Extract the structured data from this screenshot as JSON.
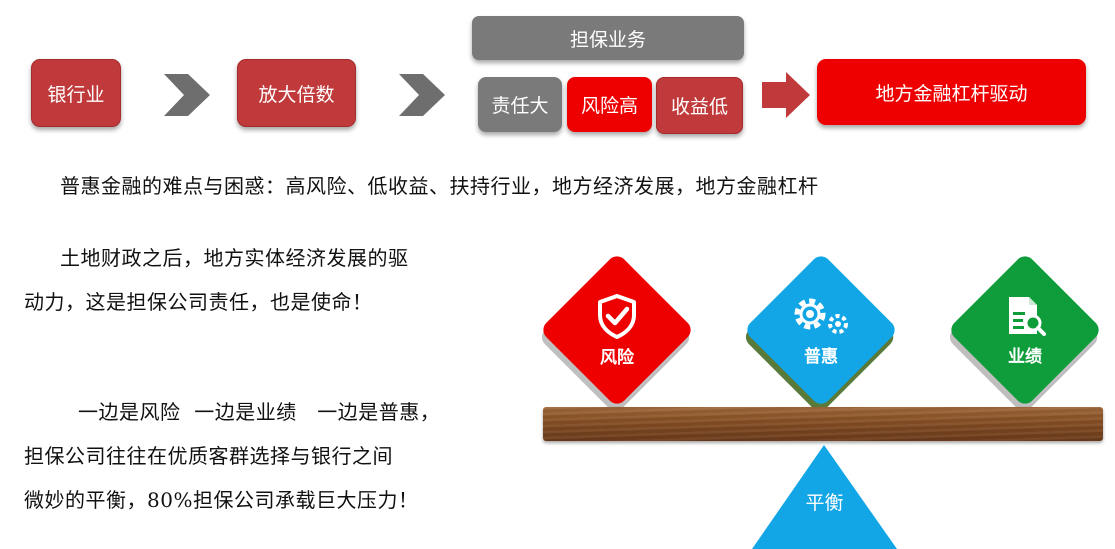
{
  "flow": {
    "bank_industry": "银行业",
    "leverage": "放大倍数",
    "guarantee_business": "担保业务",
    "high_responsibility": "责任大",
    "high_risk": "风险高",
    "low_return": "收益低",
    "local_finance_driver": "地方金融杠杆驱动"
  },
  "text": {
    "line1": "普惠金融的难点与困惑：高风险、低收益、扶持行业，地方经济发展，地方金融杠杆",
    "para2_line1": "土地财政之后，地方实体经济发展的驱",
    "para2_line2": "动力，这是担保公司责任，也是使命！",
    "para3_line1": "一边是风险  一边是业绩   一边是普惠，",
    "para3_line2": "担保公司往往在优质客群选择与银行之间",
    "para3_line3": "微妙的平衡，80%担保公司承载巨大压力！"
  },
  "balance": {
    "risk_label": "风险",
    "inclusive_label": "普惠",
    "performance_label": "业绩",
    "balance_label": "平衡"
  },
  "colors": {
    "dark_red": "#c0393b",
    "bright_red": "#ee0000",
    "gray": "#7a7a7a",
    "blue": "#13a6e6",
    "green": "#0f9d3c"
  },
  "icons": {
    "risk": "shield-check-icon",
    "inclusive": "gears-icon",
    "performance": "document-search-icon"
  }
}
